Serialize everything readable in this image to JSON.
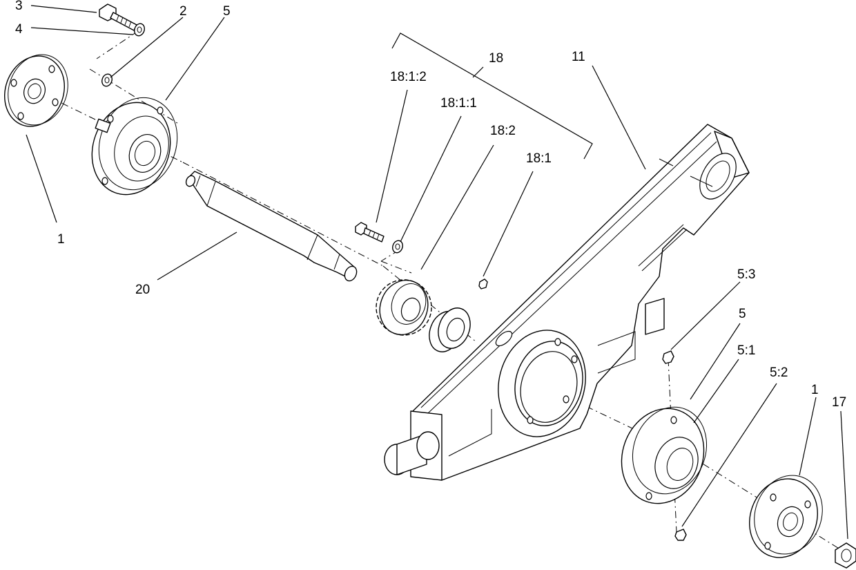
{
  "callouts": [
    {
      "id": "c3",
      "text": "3"
    },
    {
      "id": "c4",
      "text": "4"
    },
    {
      "id": "c2",
      "text": "2"
    },
    {
      "id": "c5a",
      "text": "5"
    },
    {
      "id": "c1a",
      "text": "1"
    },
    {
      "id": "c20",
      "text": "20"
    },
    {
      "id": "c18",
      "text": "18"
    },
    {
      "id": "c1812",
      "text": "18:1:2"
    },
    {
      "id": "c1811",
      "text": "18:1:1"
    },
    {
      "id": "c182",
      "text": "18:2"
    },
    {
      "id": "c181",
      "text": "18:1"
    },
    {
      "id": "c11",
      "text": "11"
    },
    {
      "id": "c53",
      "text": "5:3"
    },
    {
      "id": "c5b",
      "text": "5"
    },
    {
      "id": "c51",
      "text": "5:1"
    },
    {
      "id": "c52",
      "text": "5:2"
    },
    {
      "id": "c1b",
      "text": "1"
    },
    {
      "id": "c17",
      "text": "17"
    }
  ]
}
